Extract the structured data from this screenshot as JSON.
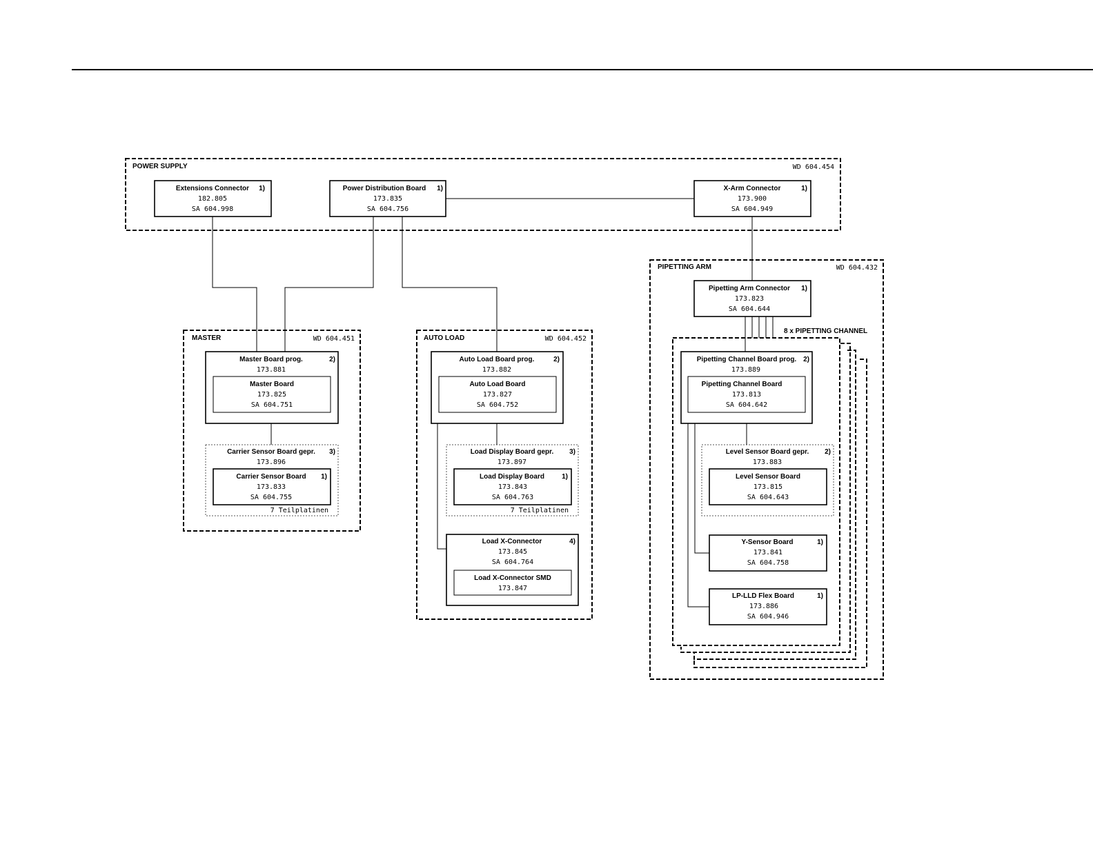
{
  "groups": {
    "power_supply": {
      "label": "POWER SUPPLY",
      "wd": "WD 604.454"
    },
    "master": {
      "label": "MASTER",
      "wd": "WD 604.451"
    },
    "auto_load": {
      "label": "AUTO LOAD",
      "wd": "WD 604.452"
    },
    "pipetting_arm": {
      "label": "PIPETTING ARM",
      "wd": "WD 604.432"
    }
  },
  "boards": {
    "extensions_connector": {
      "name": "Extensions Connector",
      "note": "1)",
      "part": "182.805",
      "sa": "SA 604.998"
    },
    "power_distribution": {
      "name": "Power Distribution Board",
      "note": "1)",
      "part": "173.835",
      "sa": "SA 604.756"
    },
    "x_arm_connector": {
      "name": "X-Arm Connector",
      "note": "1)",
      "part": "173.900",
      "sa": "SA 604.949"
    },
    "master_board_prog": {
      "name": "Master Board prog.",
      "note": "2)",
      "part": "173.881"
    },
    "master_board": {
      "name": "Master Board",
      "part": "173.825",
      "sa": "SA 604.751"
    },
    "carrier_sensor_gepr": {
      "name": "Carrier Sensor Board gepr.",
      "note": "3)",
      "part": "173.896",
      "footer": "7 Teilplatinen"
    },
    "carrier_sensor": {
      "name": "Carrier Sensor Board",
      "note": "1)",
      "part": "173.833",
      "sa": "SA 604.755"
    },
    "auto_load_board_prog": {
      "name": "Auto Load Board prog.",
      "note": "2)",
      "part": "173.882"
    },
    "auto_load_board": {
      "name": "Auto Load Board",
      "part": "173.827",
      "sa": "SA 604.752"
    },
    "load_display_gepr": {
      "name": "Load Display Board gepr.",
      "note": "3)",
      "part": "173.897",
      "footer": "7 Teilplatinen"
    },
    "load_display": {
      "name": "Load Display Board",
      "note": "1)",
      "part": "173.843",
      "sa": "SA 604.763"
    },
    "load_x_connector": {
      "name": "Load X-Connector",
      "note": "4)",
      "part": "173.845",
      "sa": "SA 604.764"
    },
    "load_x_connector_smd": {
      "name": "Load X-Connector SMD",
      "part": "173.847"
    },
    "pipetting_arm_connector": {
      "name": "Pipetting Arm Connector",
      "note": "1)",
      "part": "173.823",
      "sa": "SA 604.644"
    },
    "pipetting_channel_prog": {
      "name": "Pipetting Channel Board prog.",
      "note": "2)",
      "part": "173.889"
    },
    "pipetting_channel": {
      "name": "Pipetting Channel Board",
      "part": "173.813",
      "sa": "SA 604.642"
    },
    "level_sensor_gepr": {
      "name": "Level Sensor Board gepr.",
      "note": "2)",
      "part": "173.883"
    },
    "level_sensor": {
      "name": "Level Sensor Board",
      "part": "173.815",
      "sa": "SA 604.643"
    },
    "y_sensor": {
      "name": "Y-Sensor Board",
      "note": "1)",
      "part": "173.841",
      "sa": "SA 604.758"
    },
    "lp_lld_flex": {
      "name": "LP-LLD Flex Board",
      "note": "1)",
      "part": "173.886",
      "sa": "SA 604.946"
    }
  },
  "channel_multiplier": "8 x PIPETTING CHANNEL"
}
